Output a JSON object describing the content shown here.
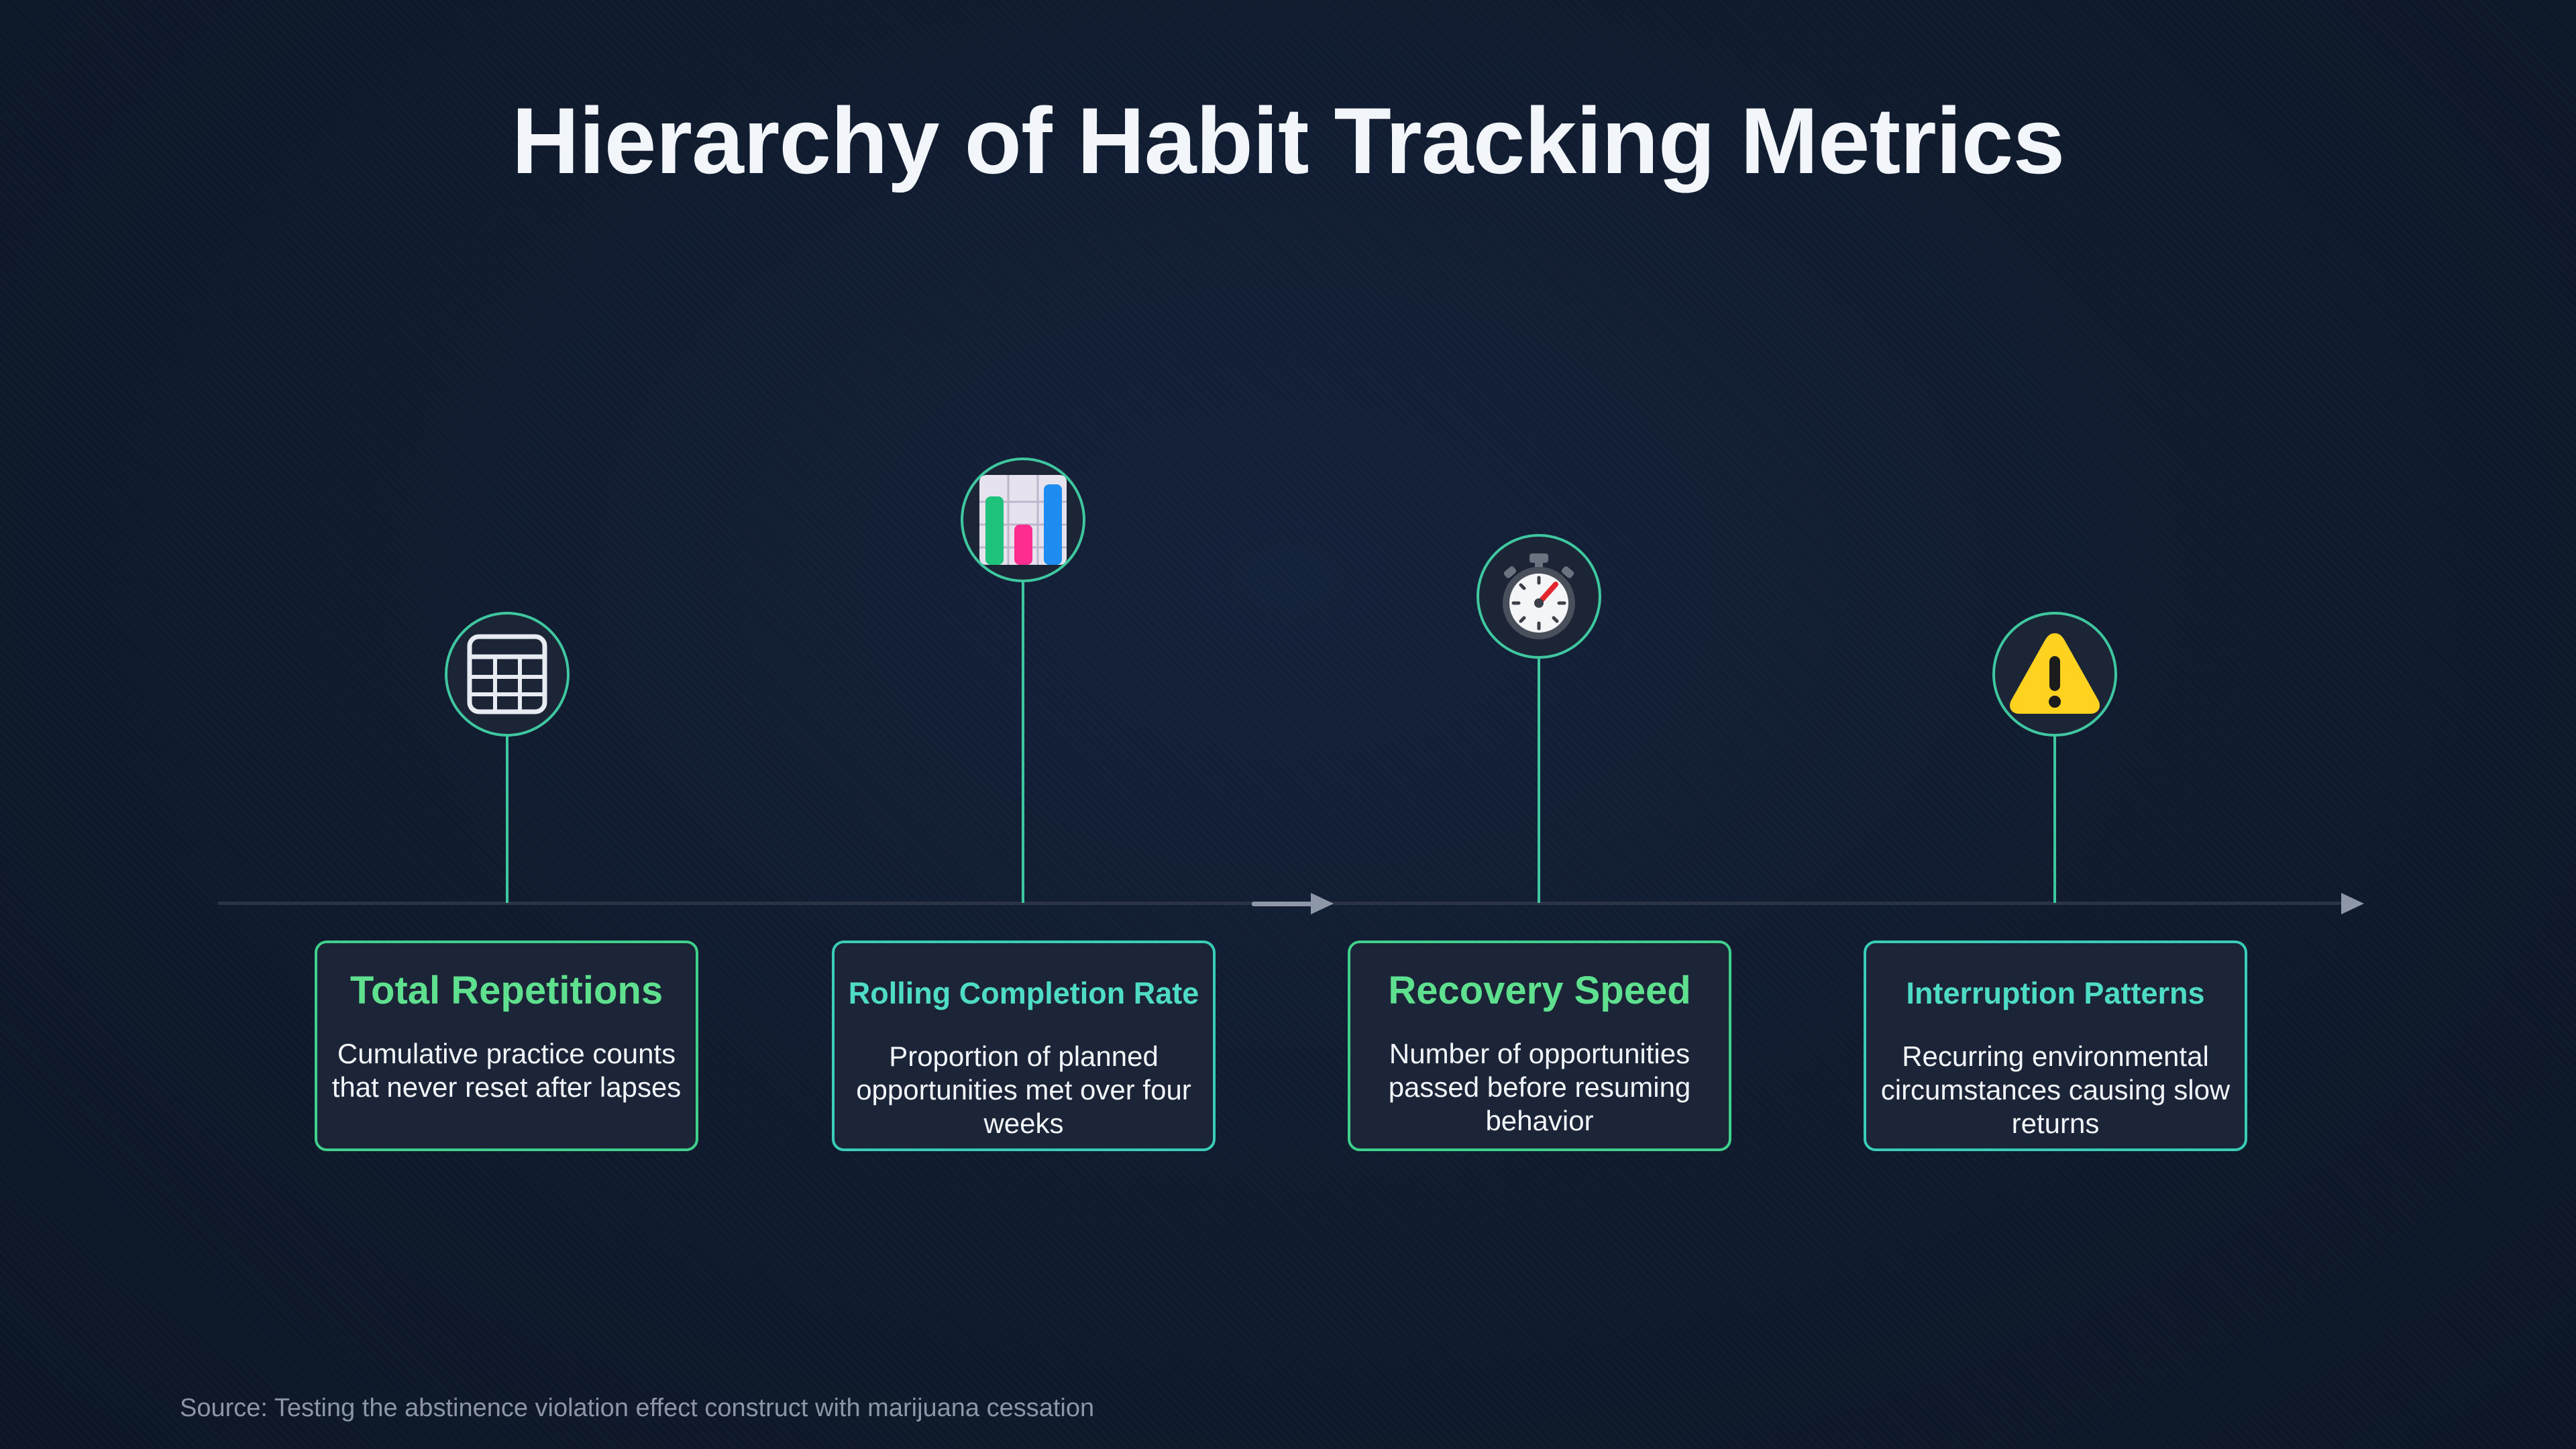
{
  "title": "Hierarchy of Habit Tracking Metrics",
  "colors": {
    "background": "#0f1a2c",
    "accent_green": "#3fd08b",
    "accent_teal": "#39cdb7",
    "axis": "#2a3446",
    "arrow": "#8d97a8"
  },
  "metrics": [
    {
      "title": "Total Repetitions",
      "description": "Cumulative practice counts that never reset after lapses",
      "icon": "grid-table-icon"
    },
    {
      "title": "Rolling Completion Rate",
      "description": "Proportion of planned opportunities met over four weeks",
      "icon": "bar-chart-icon"
    },
    {
      "title": "Recovery Speed",
      "description": "Number of opportunities passed before resuming behavior",
      "icon": "stopwatch-icon"
    },
    {
      "title": "Interruption Patterns",
      "description": "Recurring environmental circumstances causing slow returns",
      "icon": "warning-icon"
    }
  ],
  "source": "Source: Testing the abstinence violation effect construct with marijuana cessation"
}
